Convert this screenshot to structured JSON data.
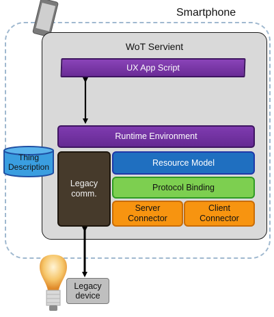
{
  "smartphone_label": "Smartphone",
  "servient_title": "WoT Servient",
  "ux_app_script": "UX App Script",
  "runtime_environment": "Runtime Environment",
  "legacy_comm": [
    "Legacy",
    "comm."
  ],
  "resource_model": "Resource Model",
  "protocol_binding": "Protocol Binding",
  "server_connector": [
    "Server",
    "Connector"
  ],
  "client_connector": [
    "Client",
    "Connector"
  ],
  "thing_description": [
    "Thing",
    "Description"
  ],
  "legacy_device": [
    "Legacy",
    "device"
  ],
  "icons": [
    "smartphone-icon",
    "database-cylinder-icon",
    "light-bulb-icon"
  ],
  "colors": {
    "purple": "#7f3bb0",
    "blue": "#1f6fc0",
    "green": "#7dcf50",
    "orange": "#f79410",
    "brown": "#463a2b",
    "gray": "#d9d9d9",
    "dashed_border": "#9fb8cf"
  }
}
